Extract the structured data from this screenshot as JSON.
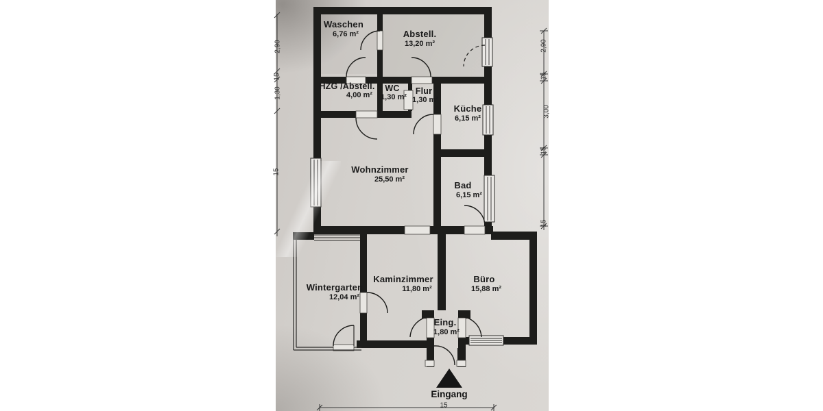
{
  "document": {
    "type": "residential floor plan (photographed drawing)",
    "language": "de"
  },
  "rooms": [
    {
      "name": "Waschen",
      "area": "6,76 m²"
    },
    {
      "name": "Abstell.",
      "area": "13,20 m²"
    },
    {
      "name": "HZG /Abstell.",
      "area": "4,00 m²"
    },
    {
      "name": "WC",
      "area": "1,30 m²"
    },
    {
      "name": "Flur",
      "area": "1,30 m²"
    },
    {
      "name": "Küche",
      "area": "6,15 m²"
    },
    {
      "name": "Wohnzimmer",
      "area": "25,50 m²"
    },
    {
      "name": "Bad",
      "area": "6,15 m²"
    },
    {
      "name": "Wintergarten",
      "area": "12,04 m²"
    },
    {
      "name": "Kaminzimmer",
      "area": "11,80 m²"
    },
    {
      "name": "Büro",
      "area": "15,88 m²"
    },
    {
      "name": "Eing.",
      "area": "1,80 m²"
    }
  ],
  "entrance": {
    "label": "Eingang",
    "icon": "up-triangle-arrow"
  },
  "dims": {
    "right": [
      "2,90",
      "15",
      "3,00",
      "15",
      "15"
    ],
    "left": [
      "2,90",
      "15",
      "1,30",
      "15"
    ],
    "bottom": [
      "15"
    ]
  },
  "colors": {
    "paper": "#d5d2ce",
    "wall": "#1d1d1b",
    "margin": "#ffffff",
    "text": "#1a1a1a"
  }
}
